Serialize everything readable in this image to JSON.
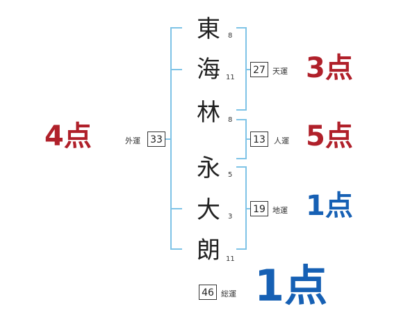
{
  "colors": {
    "bracket": "#7ec3e6",
    "red": "#b0202a",
    "blue": "#1660b4",
    "text": "#222222"
  },
  "name_chars": [
    {
      "char": "東",
      "strokes": "8"
    },
    {
      "char": "海",
      "strokes": "11"
    },
    {
      "char": "林",
      "strokes": "8"
    },
    {
      "char": "永",
      "strokes": "5"
    },
    {
      "char": "大",
      "strokes": "3"
    },
    {
      "char": "朗",
      "strokes": "11"
    }
  ],
  "fortunes": {
    "ten": {
      "label": "天運",
      "value": "27",
      "score": "3点"
    },
    "jin": {
      "label": "人運",
      "value": "13",
      "score": "5点"
    },
    "chi": {
      "label": "地運",
      "value": "19",
      "score": "1点"
    },
    "gai": {
      "label": "外運",
      "value": "33",
      "score": "4点"
    },
    "sou": {
      "label": "総運",
      "value": "46",
      "score": "1点"
    }
  }
}
